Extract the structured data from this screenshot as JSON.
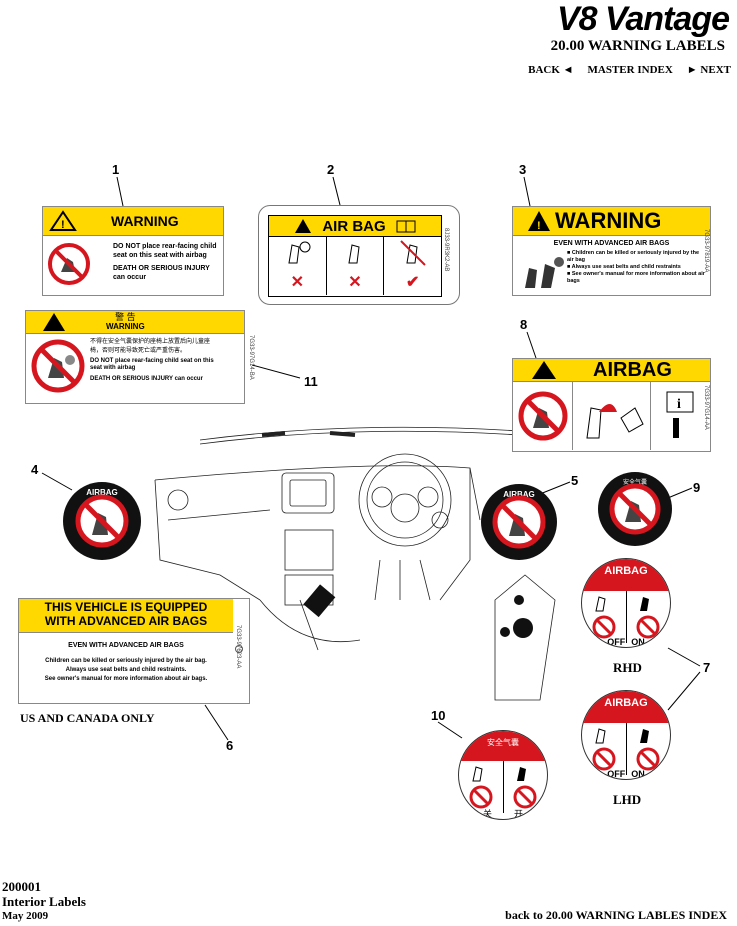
{
  "header": {
    "brand": "V8 Vantage",
    "section": "20.00 WARNING LABELS",
    "nav": {
      "back": "BACK ◄",
      "master": "MASTER INDEX",
      "next": "► NEXT"
    }
  },
  "callouts": [
    "1",
    "2",
    "3",
    "4",
    "5",
    "6",
    "7",
    "8",
    "9",
    "10",
    "11"
  ],
  "label1": {
    "heading": "WARNING",
    "line1": "DO NOT place rear-facing child seat on this seat with airbag",
    "line2": "DEATH OR SERIOUS INJURY can occur"
  },
  "label2": {
    "heading": "AIR BAG",
    "code": "8J33-9R3K2-AB"
  },
  "label3": {
    "heading": "WARNING",
    "sub": "EVEN WITH ADVANCED AIR BAGS",
    "b1": "Children can be killed or seriously injured by the air bag",
    "b2": "Always use seat belts and child restraints",
    "b3": "See owner's manual for more information about air bags",
    "code": "7G33-97819-AA"
  },
  "label11": {
    "heading_cn": "警 告",
    "heading": "WARNING",
    "cn_text": "不得在安全气囊保护的座椅上放置后向儿童座椅，否则可能导致死亡或严重伤害。",
    "line1": "DO NOT place rear-facing child seat on this seat with airbag",
    "line2": "DEATH OR SERIOUS INJURY can occur",
    "code": "7G33-97G14-BA"
  },
  "label8": {
    "heading": "AIRBAG",
    "code": "7G33-97G14-AA"
  },
  "label6": {
    "heading1": "THIS VEHICLE IS EQUIPPED",
    "heading2": "WITH ADVANCED AIR BAGS",
    "sub": "EVEN WITH ADVANCED AIR BAGS",
    "l1": "Children can be killed or seriously injured by the air bag.",
    "l2": "Always use seat belts and child restraints.",
    "l3": "See owner's manual for more information about air bags.",
    "code": "7G33-97623-AA",
    "note": "US AND CANADA ONLY"
  },
  "disc4": {
    "text": "AIRBAG"
  },
  "disc5": {
    "text": "AIRBAG"
  },
  "disc9": {
    "text": "安全气囊"
  },
  "label7": {
    "text": "AIRBAG",
    "off": "OFF",
    "on": "ON",
    "rhd": "RHD",
    "lhd": "LHD"
  },
  "label10": {
    "text": "安全气囊",
    "off": "关",
    "on": "开"
  },
  "footer": {
    "code": "200001",
    "title": "Interior Labels",
    "date": "May 2009",
    "back_link": "back to 20.00 WARNING LABLES INDEX"
  },
  "colors": {
    "yellow": "#ffd800",
    "red": "#d6161f",
    "black": "#000000"
  }
}
